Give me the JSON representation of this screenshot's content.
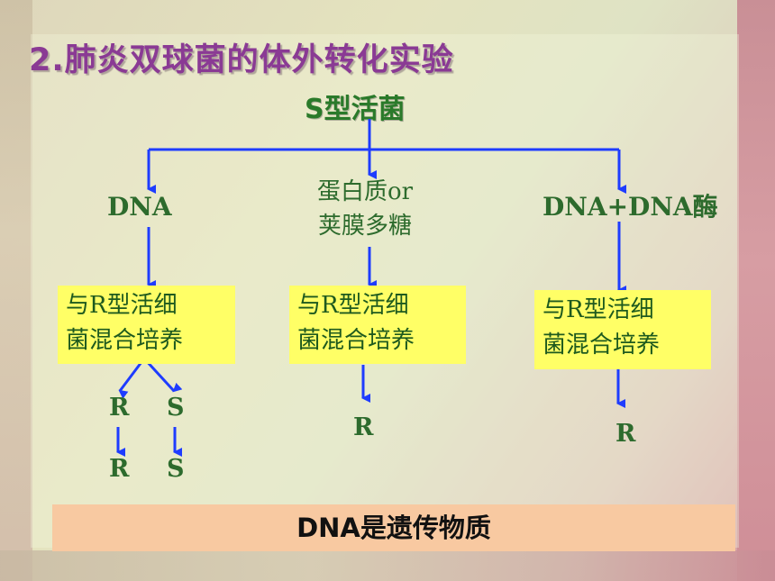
{
  "title": "2.肺炎双球菌的体外转化实验",
  "root": "S型活菌",
  "branches": {
    "left": {
      "label": "DNA"
    },
    "middle": {
      "line1": "蛋白质or",
      "line2": "荚膜多糖"
    },
    "right": {
      "label": "DNA+DNA酶"
    }
  },
  "box": {
    "line1": "与R型活细",
    "line2": "菌混合培养"
  },
  "results": {
    "left_a1": "R",
    "left_b1": "S",
    "left_a2": "R",
    "left_b2": "S",
    "middle": "R",
    "right": "R"
  },
  "conclusion": "DNA是遗传物质",
  "colors": {
    "arrow": "#1e3cff",
    "title": "#8a3a94",
    "box": "#ffff66",
    "conclusion_bg": "#f8c9a1",
    "text_green": "#2d6b2d"
  }
}
